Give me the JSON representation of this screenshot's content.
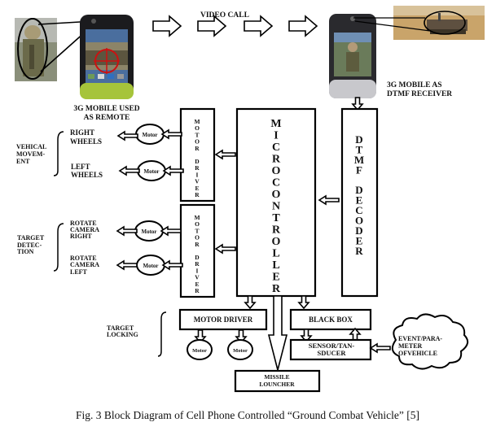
{
  "figure": {
    "caption": "Fig. 3 Block Diagram of Cell Phone Controlled “Ground Combat Vehicle” [5]",
    "top": {
      "video_call_label": "VIDEO CALL",
      "remote_phone_label": [
        "3G MOBILE USED",
        "AS REMOTE"
      ],
      "receiver_phone_label": [
        "3G MOBILE AS",
        "DTMF RECEIVER"
      ]
    },
    "blocks": {
      "microcontroller": "MICROCONTROLLER",
      "dtmf_decoder": [
        "DTMF",
        "DECODER"
      ],
      "motor_driver_top": [
        "MOTOR",
        "DRIVER"
      ],
      "motor_driver_mid": [
        "MOTOR",
        "DRIVER"
      ],
      "motor_driver_bottom": "MOTOR DRIVER",
      "black_box": "BLACK BOX",
      "sensor": [
        "SENSOR/TAN-",
        "SDUCER"
      ],
      "missile_launcher": [
        "MISSILE",
        "LOUNCHER"
      ],
      "event_cloud": [
        "EVENT/PARA-",
        "METER",
        "OFVEHICLE"
      ],
      "motor_label": "Motor"
    },
    "groups": {
      "vehicle_movement": [
        "VEHICAL",
        "MOVEM-",
        "ENT"
      ],
      "right_wheels": [
        "RIGHT",
        "WHEELS"
      ],
      "left_wheels": [
        "LEFT",
        "WHEELS"
      ],
      "target_detection": [
        "TARGET",
        "DETEC-",
        "TION"
      ],
      "rotate_right": [
        "ROTATE",
        "CAMERA",
        "RIGHT"
      ],
      "rotate_left": [
        "ROTATE",
        "CAMERA",
        "LEFT"
      ],
      "target_locking": [
        "TARGET",
        "LOCKING"
      ]
    },
    "colors": {
      "line": "#000000",
      "phone_green": "#a6c43a",
      "phone_silver": "#c8c8cc",
      "target_red": "#cc1111",
      "desert": "#c9a46a"
    }
  }
}
